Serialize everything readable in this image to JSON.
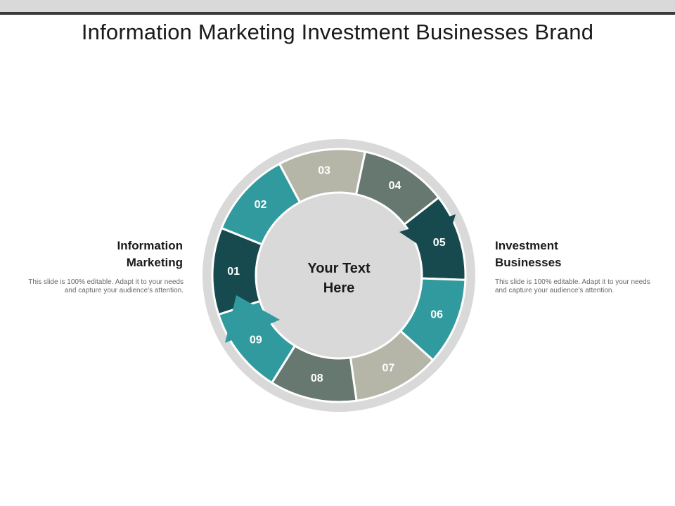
{
  "title": "Information Marketing Investment Businesses Brand",
  "center": {
    "line1": "Your Text",
    "line2": "Here"
  },
  "left_block": {
    "heading_line1": "Information",
    "heading_line2": "Marketing",
    "body": "This slide is 100% editable. Adapt it to your needs and capture your audience's attention."
  },
  "right_block": {
    "heading_line1": "Investment",
    "heading_line2": "Businesses",
    "body": "This slide is 100% editable. Adapt it to your needs and capture your audience's attention."
  },
  "segments": [
    {
      "label": "01",
      "color": "#174a4f"
    },
    {
      "label": "02",
      "color": "#319a9e"
    },
    {
      "label": "03",
      "color": "#b5b5a8"
    },
    {
      "label": "04",
      "color": "#66786f"
    },
    {
      "label": "05",
      "color": "#174a4f"
    },
    {
      "label": "06",
      "color": "#319a9e"
    },
    {
      "label": "07",
      "color": "#b5b5a8"
    },
    {
      "label": "08",
      "color": "#66786f"
    },
    {
      "label": "09",
      "color": "#319a9e"
    }
  ],
  "colors": {
    "outer_ring": "#d9d9d9",
    "top_bar": "#d9d9d9",
    "top_line": "#3a3a3a"
  }
}
